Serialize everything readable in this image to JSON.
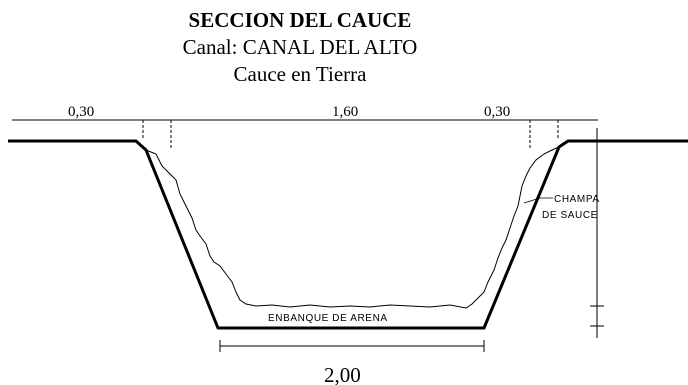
{
  "title": "SECCION DEL CAUCE",
  "subtitle_canal": "Canal: CANAL DEL ALTO",
  "subtitle_cauce": "Cauce en Tierra",
  "dimensions": {
    "left_berm": "0,30",
    "top_width": "1,60",
    "right_berm": "0,30",
    "bottom_width": "2,00"
  },
  "annotations": {
    "champa_line1": "CHAMPA",
    "champa_line2": "DE SAUCE",
    "bottom_label": "ENBANQUE DE ARENA"
  }
}
